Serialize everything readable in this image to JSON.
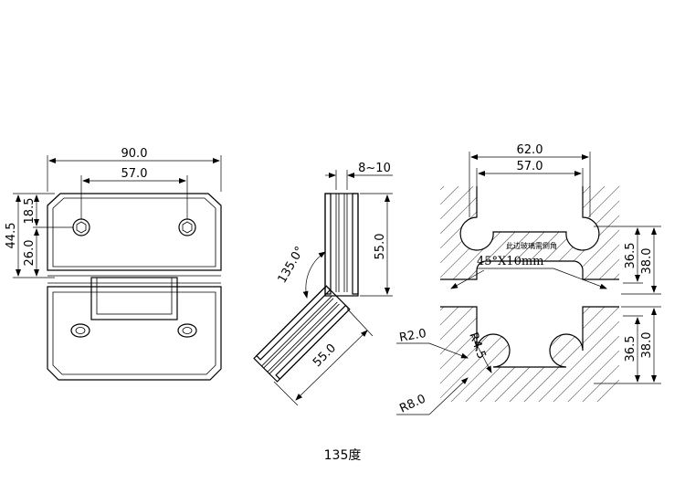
{
  "caption": "135度",
  "front_view": {
    "width_overall": "90.0",
    "hole_spacing": "57.0",
    "height_total": "44.5",
    "height_top": "18.5",
    "height_lower": "26.0"
  },
  "side_view": {
    "gap": "8~10",
    "height_top": "55.0",
    "length_angled": "55.0",
    "angle": "135.0°"
  },
  "glass_cutout": {
    "width_outer": "62.0",
    "width_inner": "57.0",
    "note": "此边玻璃需倒角",
    "chamfer": "45°X10mm",
    "top_inner": "36.5",
    "top_outer": "38.0",
    "bottom_inner": "36.5",
    "bottom_outer": "38.0",
    "radius_small": "R2.0",
    "radius_mid": "R4.5",
    "radius_large": "R8.0"
  }
}
